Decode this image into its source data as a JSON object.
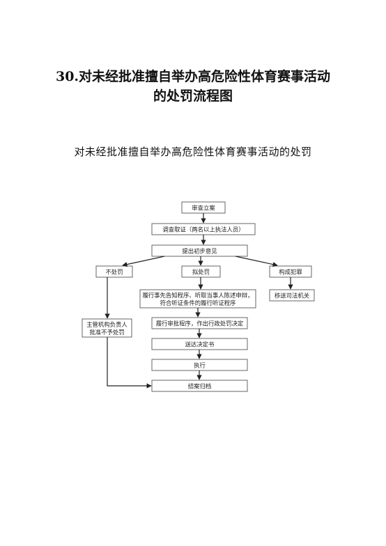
{
  "title": {
    "line1": "30.对未经批准擅自举办高危险性体育赛事活动",
    "line2": "的处罚流程图"
  },
  "diagram": {
    "heading": "对未经批准擅自举办高危险性体育赛事活动的处罚",
    "nodes": {
      "review": "审查立案",
      "investigate": "调查取证（两名以上执法人员）",
      "preliminary": "提出初步意见",
      "no_penalty": "不处罚",
      "proposed_penalty": "拟处罚",
      "crime": "构成犯罪",
      "notify_line1": "履行事先告知程序、听取当事人陈述申辩，",
      "notify_line2": "符合听证条件的履行听证程序",
      "transfer": "移送司法机关",
      "supervisor_line1": "主管机构负责人",
      "supervisor_line2": "批准不予处罚",
      "approval": "履行审批程序，作出行政处罚决定",
      "deliver": "送达决定书",
      "execute": "执行",
      "close": "结案归档"
    }
  }
}
